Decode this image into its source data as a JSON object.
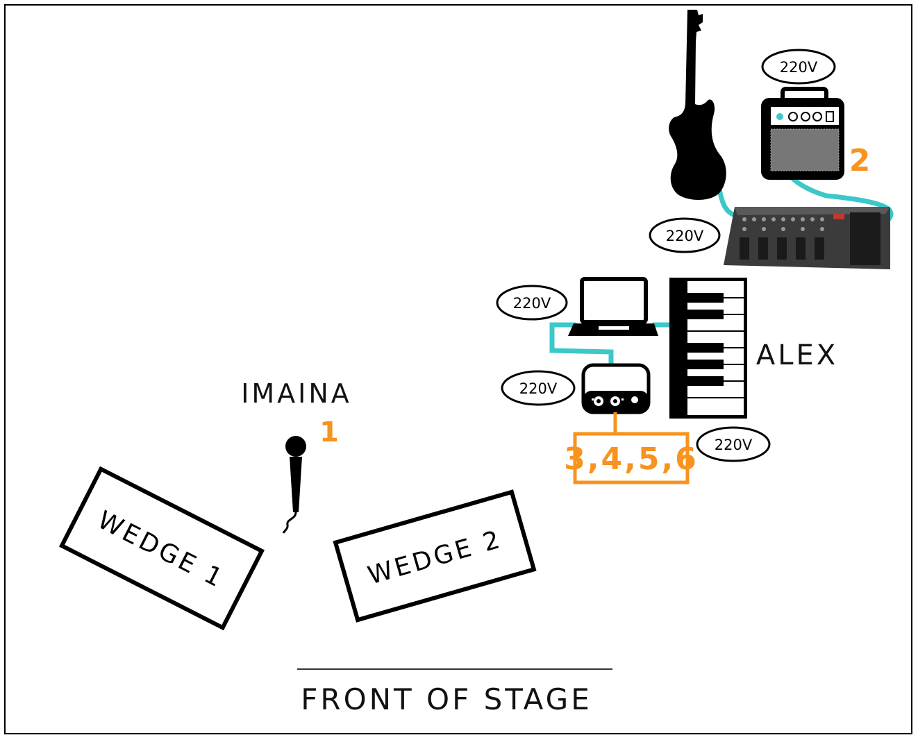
{
  "title": "",
  "front_label": "FRONT OF STAGE",
  "performers": {
    "vocalist": "IMAINA",
    "keys": "ALEX"
  },
  "channels": {
    "vocal": "1",
    "guitar_amp": "2",
    "interface": "3,4,5,6"
  },
  "wedges": {
    "left": "WEDGE 1",
    "right": "WEDGE 2"
  },
  "power": {
    "amp": "220V",
    "pedalboard": "220V",
    "laptop": "220V",
    "interface": "220V",
    "keyboard": "220V"
  },
  "equipment_icons": [
    "electric-guitar-icon",
    "guitar-amp-icon",
    "multi-effects-pedal-icon",
    "laptop-icon",
    "audio-interface-icon",
    "keyboard-icon",
    "microphone-icon"
  ],
  "colors": {
    "accent_orange": "#F7931E",
    "cable_cyan": "#3CC8C8",
    "ink": "#111111",
    "border": "#000000"
  }
}
